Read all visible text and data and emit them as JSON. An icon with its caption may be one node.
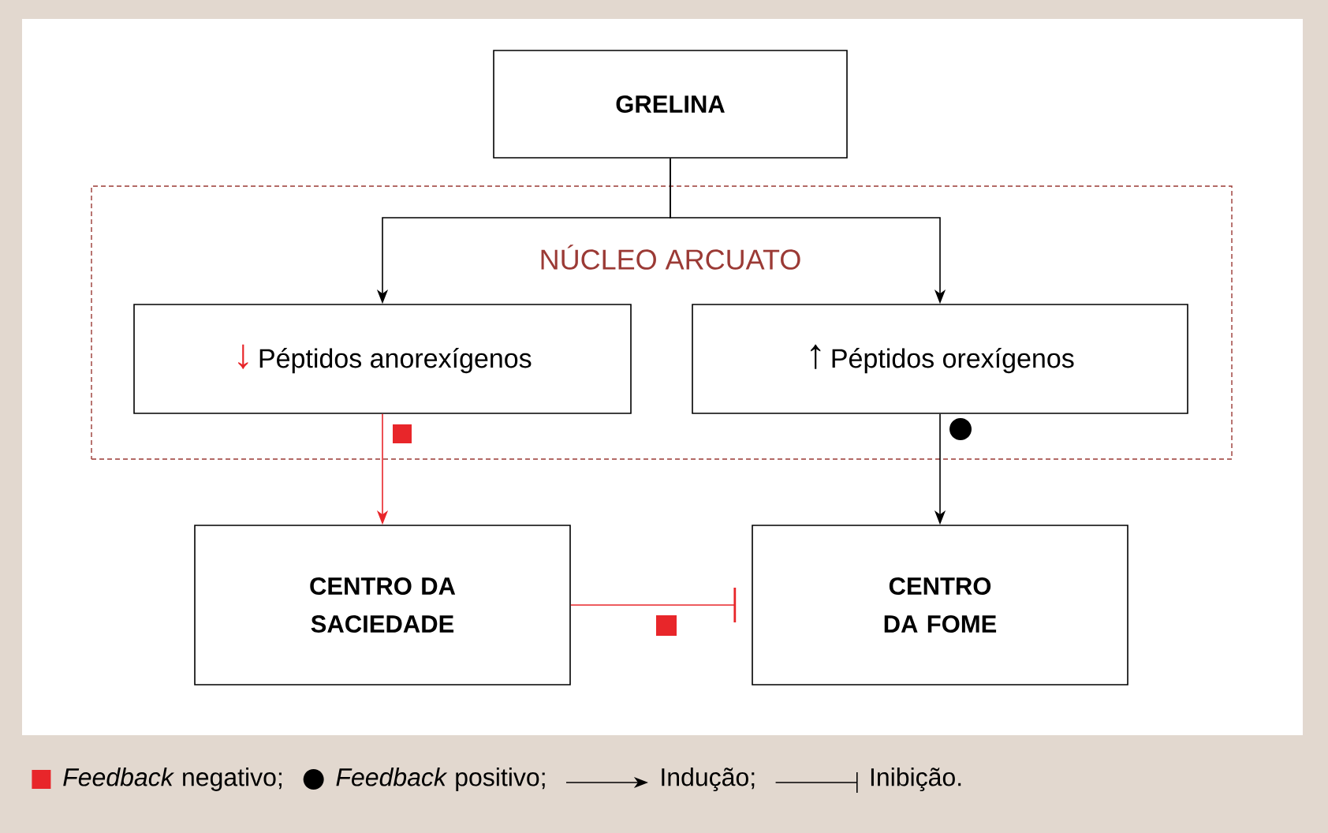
{
  "diagram": {
    "nodes": [
      {
        "text": [
          "GRELINA"
        ]
      },
      {
        "text": [
          "NÚCLEO ARCUATO"
        ]
      },
      {
        "text": [
          "↓",
          "Péptidos anorexígenos"
        ],
        "in": 1
      },
      {
        "text": [
          "↑",
          "Péptidos orexígenos"
        ],
        "in": 1
      },
      {
        "text": [
          "CENTRO DA SACIEDADE"
        ]
      },
      {
        "text": [
          "CENTRO DA FOME"
        ]
      }
    ],
    "edges": [
      {
        "from": 0,
        "to": 2,
        "arrow": "to"
      },
      {
        "from": 0,
        "to": 3,
        "arrow": "to"
      },
      {
        "from": 2,
        "to": 4,
        "arrow": "to",
        "color": "#e8262a"
      },
      {
        "from": 3,
        "to": 5,
        "arrow": "to"
      },
      {
        "from": 4,
        "to": 5,
        "arrow": "other",
        "color": "#e8262a"
      }
    ],
    "legend": [
      {
        "text": "*Feedback* negativo;",
        "color": "#e8262a"
      },
      {
        "text": "*Feedback* positivo;"
      },
      {
        "text": "Indução;"
      },
      {
        "text": "Inibição."
      }
    ]
  }
}
